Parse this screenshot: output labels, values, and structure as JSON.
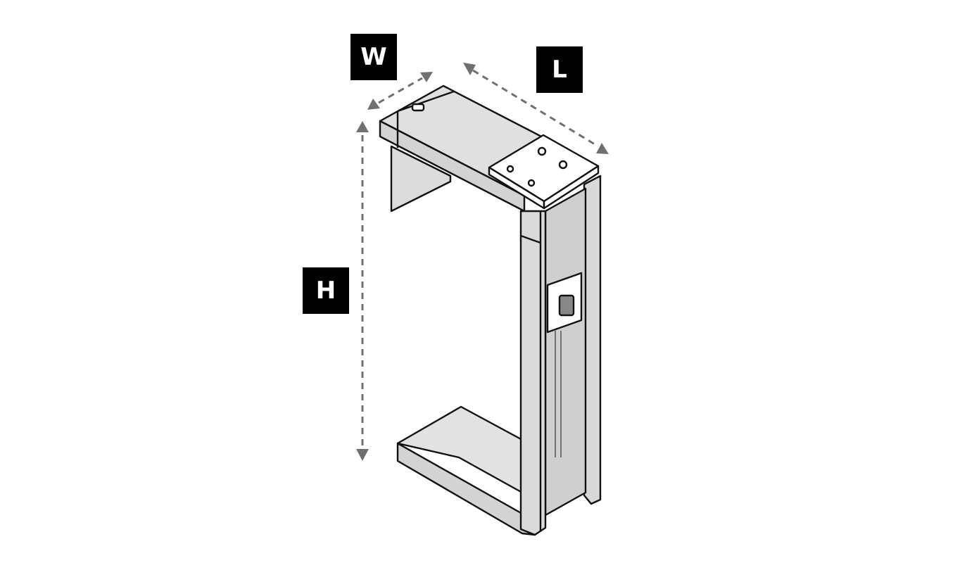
{
  "labels": {
    "width": "W",
    "length": "L",
    "height": "H"
  },
  "colors": {
    "body": "#dedede",
    "side": "#c9c9c9",
    "plate": "#ffffff",
    "dimension": "#707070",
    "label_bg": "#000000"
  }
}
